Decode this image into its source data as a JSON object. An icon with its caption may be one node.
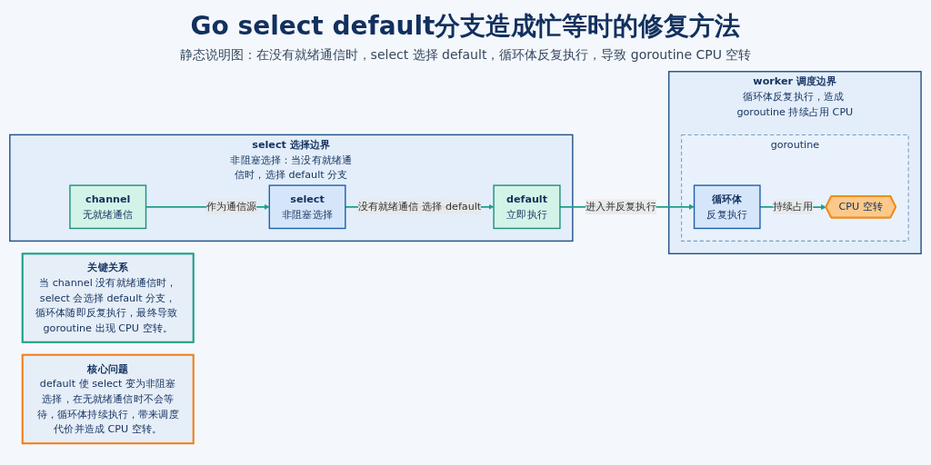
{
  "diagram": {
    "title": "Go select default分支造成忙等时的修复方法",
    "caption": "静态说明图：在没有就绪通信时，select 选择 default，循环体反复执行，导致 goroutine CPU 空转",
    "nodes": [
      {
        "text": [
          "select 选择边界",
          "非阻塞选择：当没有就绪通信时，选择 default 分支"
        ]
      },
      {
        "text": [
          "channel",
          "无就绪通信"
        ],
        "in": 0
      },
      {
        "text": [
          "select",
          "非阻塞选择"
        ],
        "in": 0
      },
      {
        "text": [
          "default",
          "立即执行"
        ],
        "in": 0
      },
      {
        "text": [
          "worker 调度边界",
          "循环体反复执行，造成 goroutine 持续占用 CPU"
        ]
      },
      {
        "text": [
          "goroutine"
        ],
        "in": 4
      },
      {
        "text": [
          "循环体",
          "反复执行"
        ],
        "in": 5
      },
      {
        "text": [
          "CPU 空转"
        ],
        "in": 5
      },
      {
        "text": [
          "关键关系",
          "当 channel 没有就绪通信时，select 会选择 default 分支，循环体随即反复执行，最终导致 goroutine 出现 CPU 空转。"
        ]
      },
      {
        "text": [
          "核心问题",
          "default 使 select 变为非阻塞选择，在无就绪通信时不会等待，循环体持续执行，带来调度代价并造成 CPU 空转。"
        ]
      }
    ],
    "edges": [
      {
        "from": 1,
        "to": 2,
        "arrow": "to",
        "label": "作为通信源"
      },
      {
        "from": 2,
        "to": 3,
        "arrow": "to",
        "label": "没有就绪通信 选择 default"
      },
      {
        "from": 3,
        "to": 6,
        "arrow": "to",
        "label": "进入并反复执行"
      },
      {
        "from": 6,
        "to": 7,
        "arrow": "to",
        "label": "持续占用"
      }
    ]
  }
}
